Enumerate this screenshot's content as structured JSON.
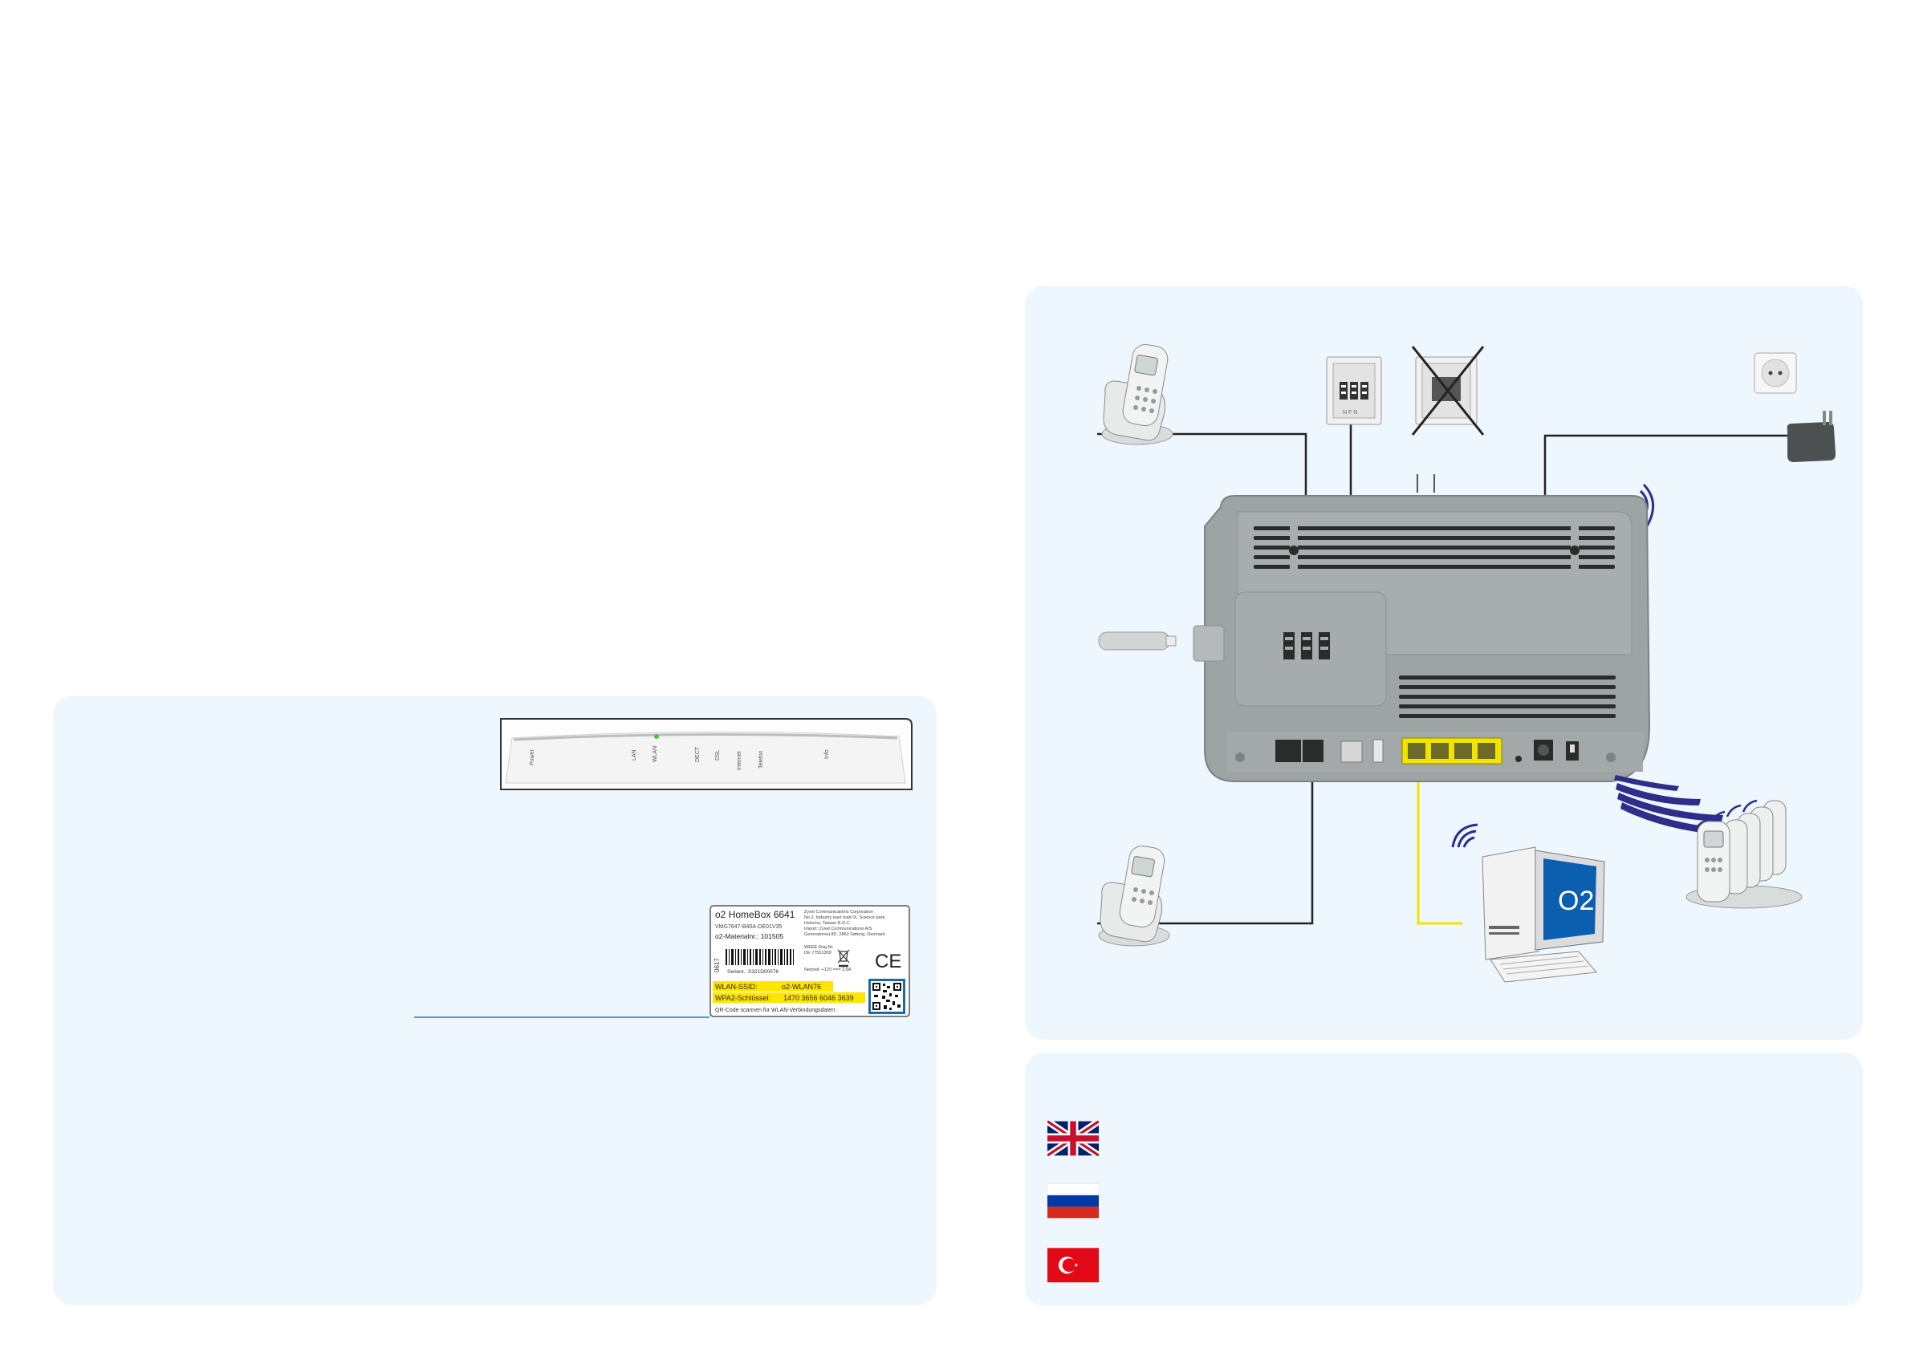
{
  "front_panel": {
    "led_labels": [
      "Power",
      "LAN",
      "WLAN",
      "DECT",
      "DSL",
      "Internet",
      "Telefon",
      "Info"
    ]
  },
  "type_label": {
    "product": "o2 HomeBox 6641",
    "model": "VMG7647-B40A-DE01V35",
    "material": "o2-Materialnr.: 101505",
    "maker": [
      "Zyxel Communications Corporation",
      "No.2, Industry east road IX, Science park,",
      "Hsinchu, Taiwan R.O.C.",
      "Import: Zyxel Communications A/S",
      "Generatorvej 8D, 2860 Søborg, Denmark"
    ],
    "weee": "WEEE-Reg.Nr.",
    "weee_nr": "DE 77551309",
    "power": "Netzteil: +12V === 2,5A",
    "date_code": "0617",
    "serial": "Serienr.: S321D00076",
    "ce": "CE",
    "ssid_label": "WLAN-SSID:",
    "ssid_value": "o2-WLAN76",
    "key_label": "WPA2-Schlüssel:",
    "key_value": "1470 3656 6046 3639",
    "qr_caption": "QR-Code scannen für WLAN-Verbindungsdaten:"
  },
  "diagram": {
    "brand": "O2",
    "colors": {
      "lan_cable": "#f2e400",
      "panel": "#eef6fe",
      "router_body": "#9ea3a3",
      "rule": "#4aa3b8"
    }
  },
  "languages": [
    {
      "flag": "uk-flag-icon"
    },
    {
      "flag": "russia-flag-icon"
    },
    {
      "flag": "turkey-flag-icon"
    }
  ]
}
